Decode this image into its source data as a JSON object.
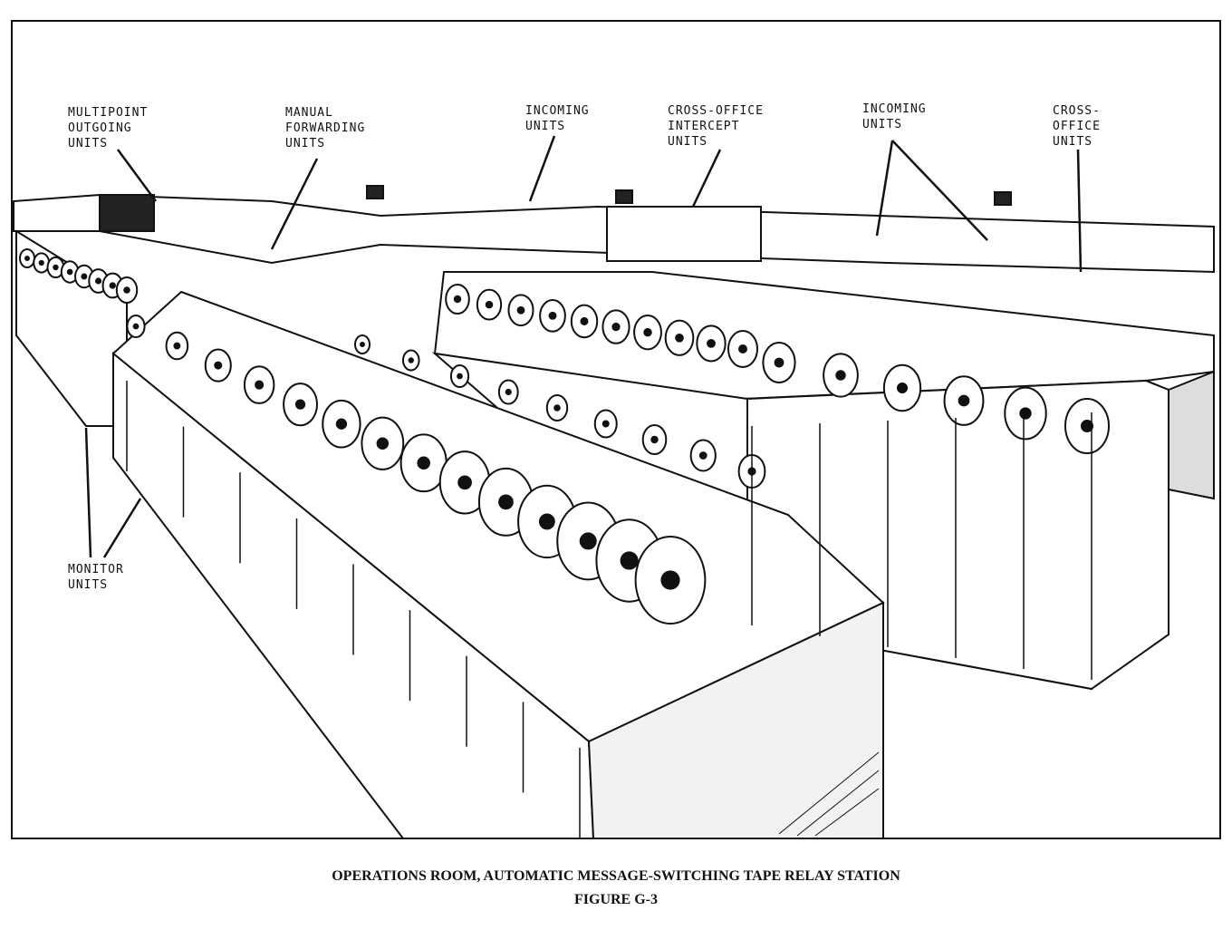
{
  "labels": {
    "multipoint_outgoing": [
      "MULTIPOINT",
      "OUTGOING",
      "UNITS"
    ],
    "manual_forwarding": [
      "MANUAL",
      "FORWARDING",
      "UNITS"
    ],
    "incoming_left": [
      "INCOMING",
      "UNITS"
    ],
    "cross_office_intercept": [
      "CROSS-OFFICE",
      "INTERCEPT",
      "UNITS"
    ],
    "incoming_right": [
      "INCOMING",
      "UNITS"
    ],
    "cross_office": [
      "CROSS-",
      "OFFICE",
      "UNITS"
    ],
    "monitor": [
      "MONITOR",
      "UNITS"
    ]
  },
  "caption": {
    "title": "OPERATIONS ROOM, AUTOMATIC MESSAGE-SWITCHING TAPE RELAY STATION",
    "figure": "FIGURE G-3"
  }
}
